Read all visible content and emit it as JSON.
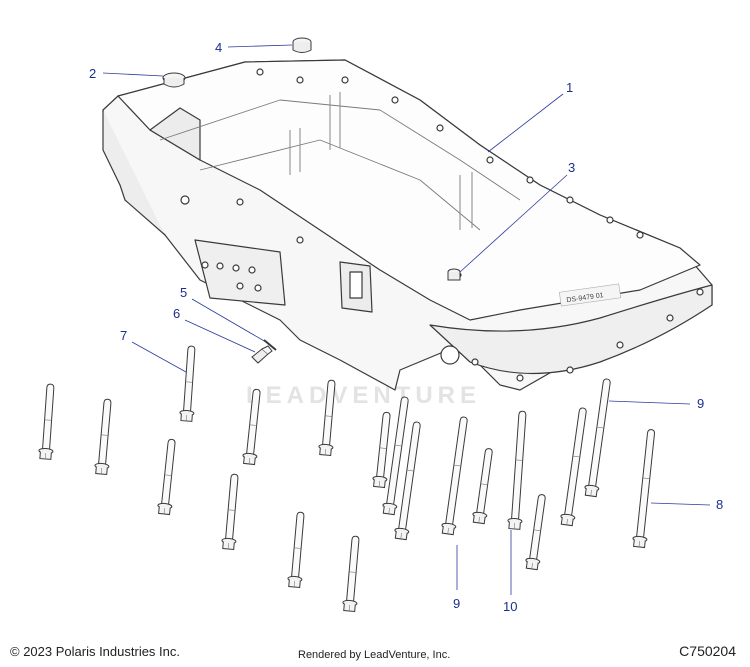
{
  "footer": {
    "copyright": "© 2023 Polaris Industries Inc.",
    "rendered_by": "Rendered by LeadVenture, Inc.",
    "figure_code": "C750204"
  },
  "watermark": {
    "text": "LEADVENTURE"
  },
  "part_stamp": "DS-9479 01",
  "callouts": [
    {
      "id": "c1",
      "label": "1"
    },
    {
      "id": "c2",
      "label": "2"
    },
    {
      "id": "c3",
      "label": "3"
    },
    {
      "id": "c4",
      "label": "4"
    },
    {
      "id": "c5",
      "label": "5"
    },
    {
      "id": "c6",
      "label": "6"
    },
    {
      "id": "c7",
      "label": "7"
    },
    {
      "id": "c8",
      "label": "8"
    },
    {
      "id": "c9a",
      "label": "9"
    },
    {
      "id": "c9b",
      "label": "9"
    },
    {
      "id": "c10",
      "label": "10"
    }
  ],
  "colors": {
    "callout": "#1a2f8c",
    "line": "#2a3b9a",
    "part_outline": "#3a3a3a"
  }
}
